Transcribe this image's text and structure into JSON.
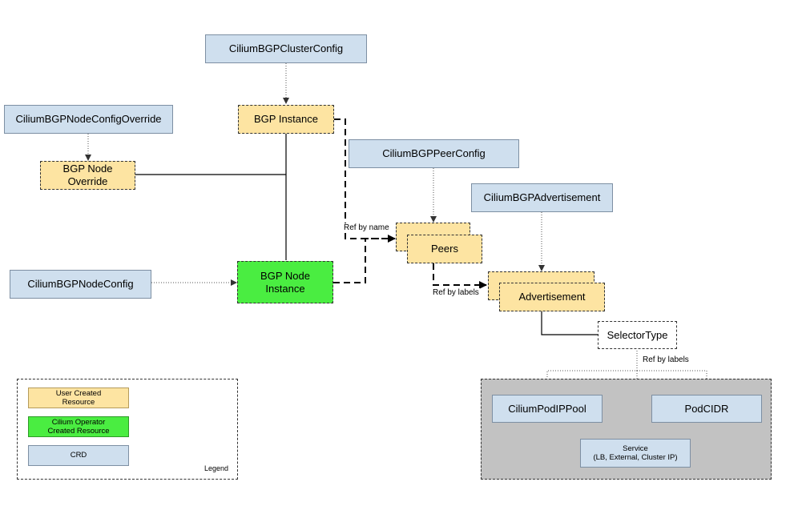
{
  "nodes": {
    "cluster_config": "CiliumBGPClusterConfig",
    "node_config_override": "CiliumBGPNodeConfigOverride",
    "bgp_instance": "BGP Instance",
    "node_override": "BGP Node\nOverride",
    "peer_config": "CiliumBGPPeerConfig",
    "advertisement_crd": "CiliumBGPAdvertisement",
    "peers": "Peers",
    "node_config": "CiliumBGPNodeConfig",
    "node_instance": "BGP Node\nInstance",
    "advertisement": "Advertisement",
    "selector_type": "SelectorType",
    "pod_ip_pool": "CiliumPodIPPool",
    "pod_cidr": "PodCIDR",
    "service": "Service\n(LB, External, Cluster IP)"
  },
  "edge_labels": {
    "ref_by_name": "Ref by name",
    "ref_by_labels_peers": "Ref by labels",
    "ref_by_labels_selector": "Ref by labels"
  },
  "legend": {
    "user_created": "User Created\nResource",
    "operator_created": "Cilium Operator\nCreated Resource",
    "crd": "CRD",
    "title": "Legend"
  },
  "colors": {
    "crd_fill": "#cfdfee",
    "user_fill": "#fde4a2",
    "operator_fill": "#4aed41",
    "panel_fill": "#c2c2c2"
  }
}
